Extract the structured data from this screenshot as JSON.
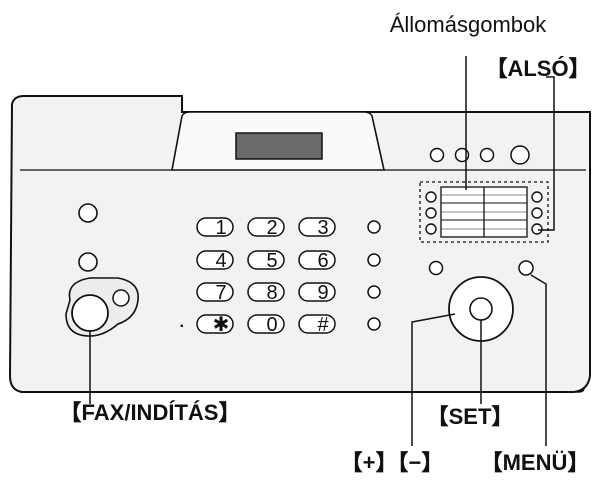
{
  "labels": {
    "station_buttons": "Állomásgombok",
    "lower": "【ALSÓ】",
    "fax_start": "【FAX/INDÍTÁS】",
    "set": "【SET】",
    "plus_minus": "【+】【−】",
    "menu": "【MENÜ】"
  },
  "keypad": {
    "keys": [
      "1",
      "2",
      "3",
      "4",
      "5",
      "6",
      "7",
      "8",
      "9",
      "✱",
      "0",
      "#"
    ]
  },
  "colors": {
    "line": "#111111",
    "panel": "#f2f2f2",
    "panel_light": "#fafafa",
    "display": "#6a6a6a"
  }
}
